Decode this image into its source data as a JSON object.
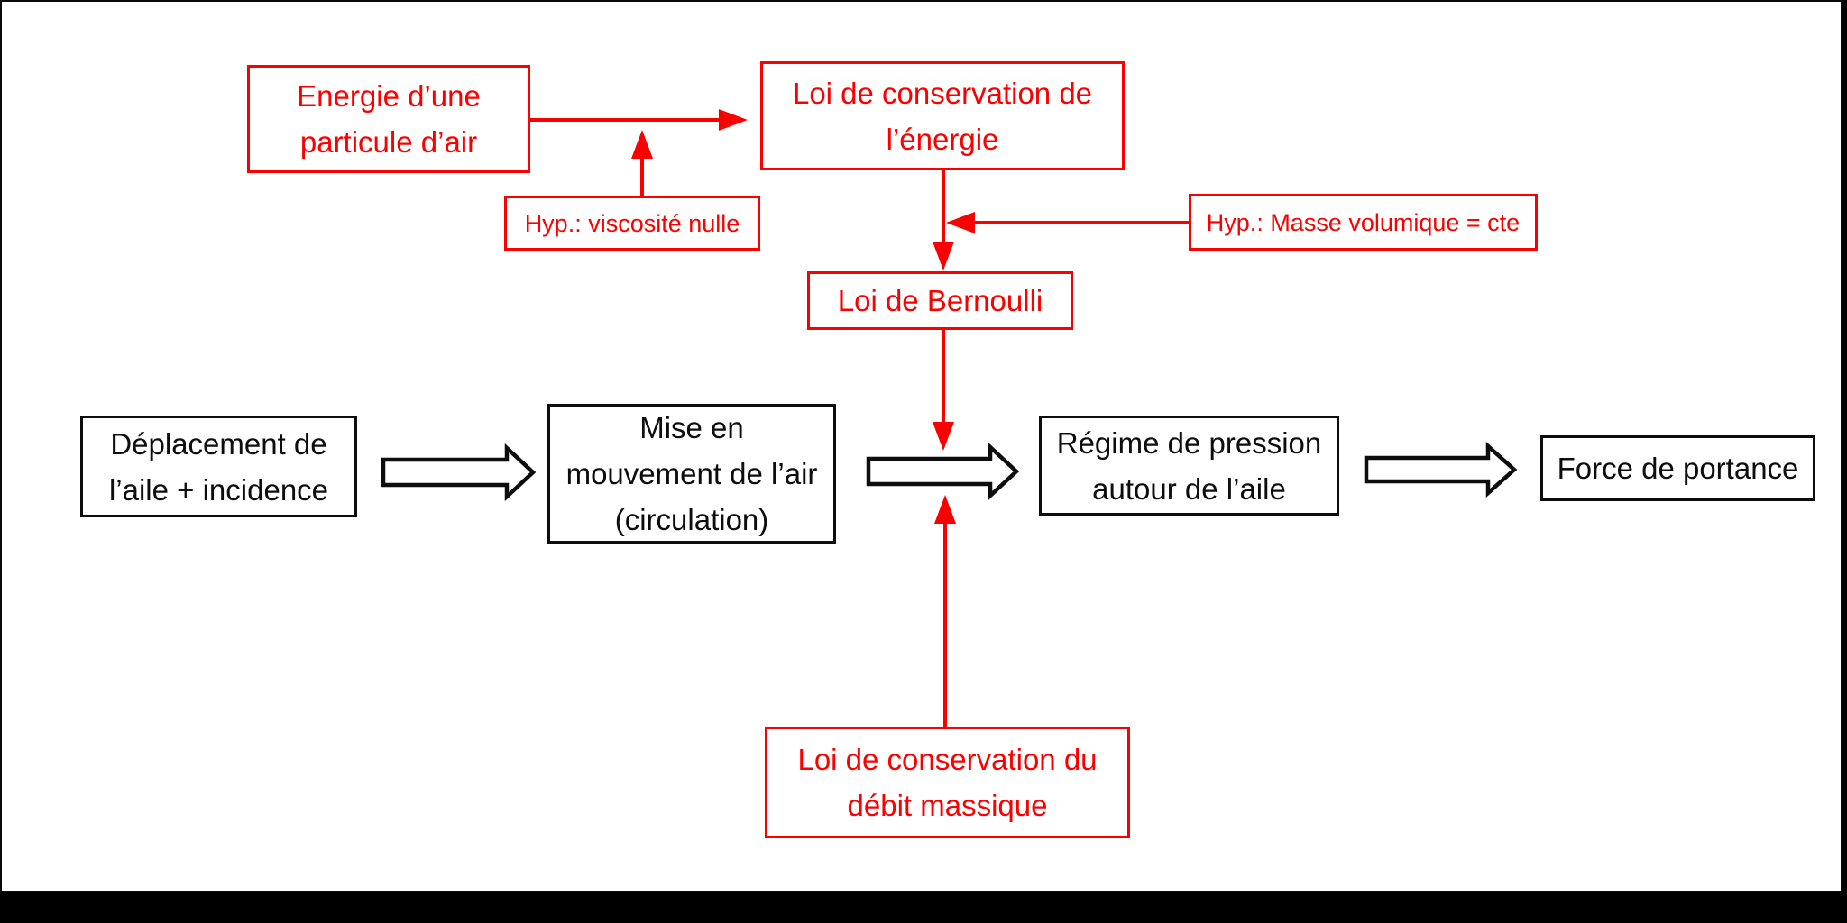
{
  "colors": {
    "diagram_red": "#fb0000",
    "diagram_black": "#0d0d0d",
    "slide_background": "#ffffff",
    "page_background": "#000000"
  },
  "nodes": {
    "energie_particule": {
      "lines": [
        "Energie d’une",
        "particule d’air"
      ]
    },
    "loi_conservation_energie": {
      "lines": [
        "Loi de conservation de",
        "l’énergie"
      ]
    },
    "hyp_viscosite": {
      "lines": [
        "Hyp.: viscosité nulle"
      ]
    },
    "hyp_masse_volumique": {
      "lines": [
        "Hyp.: Masse volumique = cte"
      ]
    },
    "loi_bernoulli": {
      "lines": [
        "Loi de Bernoulli"
      ]
    },
    "deplacement_aile": {
      "lines": [
        "Déplacement de",
        "l’aile + incidence"
      ]
    },
    "mise_en_mouvement": {
      "lines": [
        "Mise en",
        "mouvement de l’air",
        "(circulation)"
      ]
    },
    "regime_pression": {
      "lines": [
        "Régime de pression",
        "autour de l’aile"
      ]
    },
    "force_portance": {
      "lines": [
        "Force de portance"
      ]
    },
    "loi_debit_massique": {
      "lines": [
        "Loi de conservation du",
        "débit massique"
      ]
    }
  }
}
